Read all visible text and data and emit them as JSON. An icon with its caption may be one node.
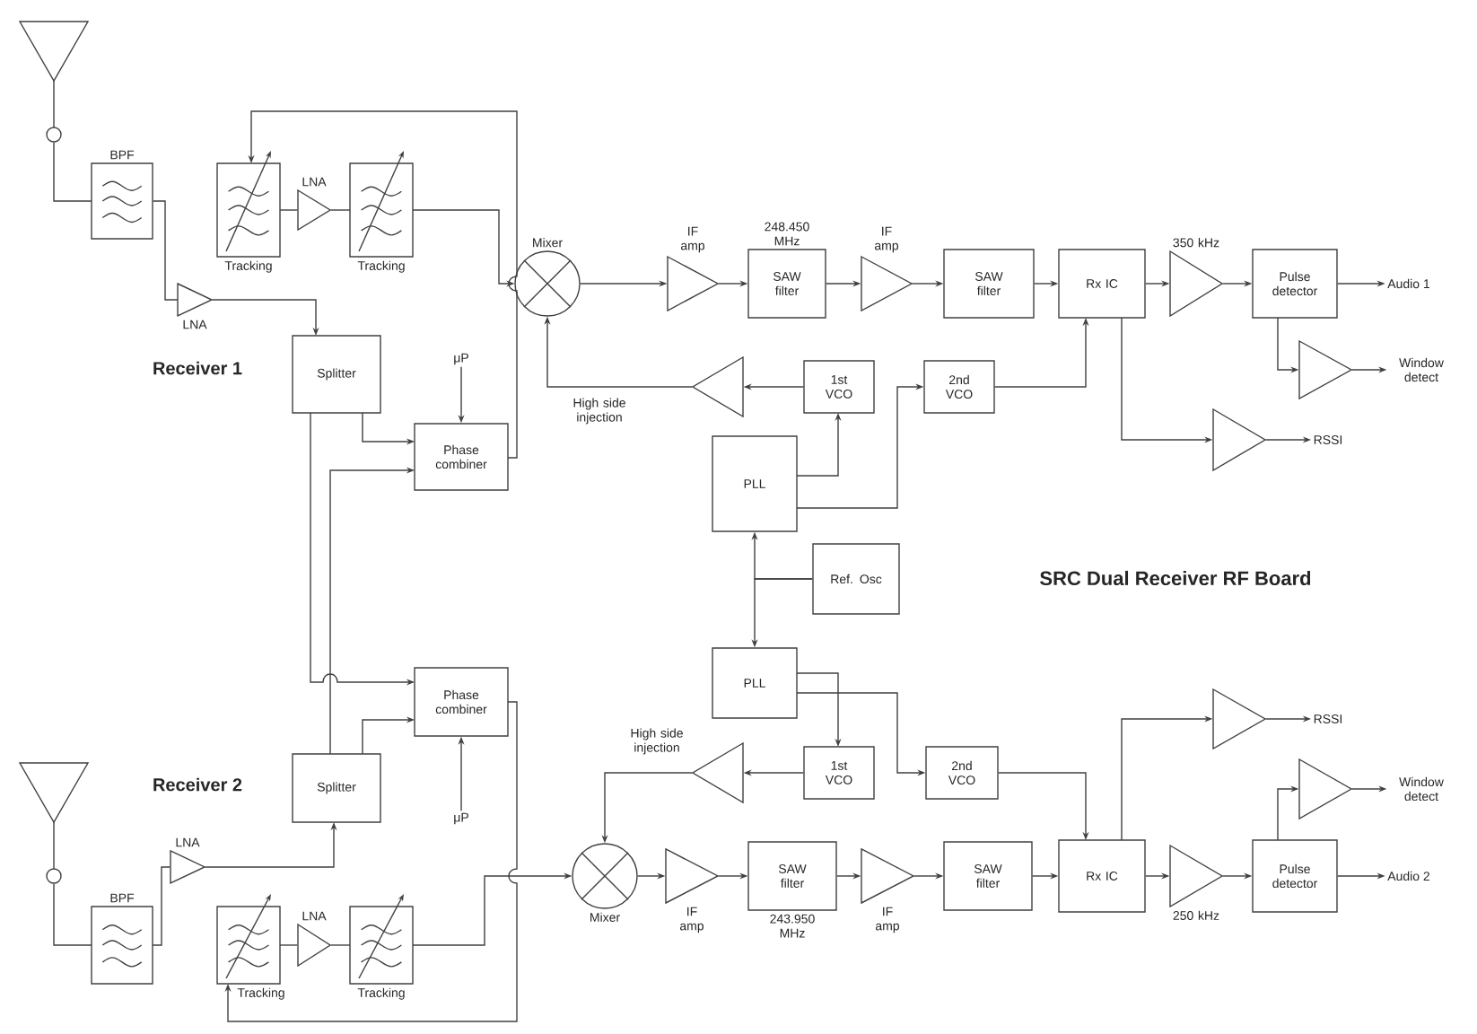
{
  "diagram": {
    "title": "SRC Dual Receiver RF Board",
    "nodes": [
      {
        "text": [],
        "shape": "antenna"
      },
      {
        "text": [
          "BPF"
        ]
      },
      {
        "text": [
          "LNA"
        ]
      },
      {
        "text": [
          "Tracking"
        ]
      },
      {
        "text": [
          "LNA"
        ]
      },
      {
        "text": [
          "Tracking"
        ]
      },
      {
        "text": [
          "Splitter"
        ]
      },
      {
        "text": [
          "μP"
        ]
      },
      {
        "text": [
          "Phase combiner"
        ]
      },
      {
        "text": [
          "Mixer"
        ]
      },
      {
        "text": [
          "IF amp"
        ]
      },
      {
        "text": [
          "SAW filter"
        ],
        "beside": [
          "248.450 MHz"
        ]
      },
      {
        "text": [
          "IF amp"
        ]
      },
      {
        "text": [
          "SAW filter"
        ]
      },
      {
        "text": [
          "Rx IC"
        ]
      },
      {
        "text": [
          "350 kHz"
        ]
      },
      {
        "text": [
          "Pulse detector"
        ]
      },
      {
        "text": [
          "Audio 1"
        ]
      },
      {
        "text": [],
        "shape": "triangle"
      },
      {
        "text": [
          "Window detect"
        ]
      },
      {
        "text": [],
        "shape": "triangle"
      },
      {
        "text": [
          "RSSI"
        ]
      },
      {
        "text": [],
        "shape": "triangle"
      },
      {
        "text": [
          "1st VCO"
        ]
      },
      {
        "text": [
          "2nd VCO"
        ]
      },
      {
        "text": [
          "PLL"
        ]
      },
      {
        "text": [
          "Ref. Osc"
        ]
      },
      {
        "text": [
          "PLL"
        ]
      },
      {
        "text": [],
        "shape": "triangle"
      },
      {
        "text": [
          "1st VCO"
        ]
      },
      {
        "text": [
          "2nd VCO"
        ]
      },
      {
        "text": [],
        "shape": "triangle"
      },
      {
        "text": [
          "RSSI"
        ]
      },
      {
        "text": [],
        "shape": "triangle"
      },
      {
        "text": [
          "Window detect"
        ]
      },
      {
        "text": [],
        "shape": "antenna"
      },
      {
        "text": [
          "Phase combiner"
        ]
      },
      {
        "text": [
          "Splitter"
        ]
      },
      {
        "text": [
          "μP"
        ]
      },
      {
        "text": [
          "LNA"
        ]
      },
      {
        "text": [
          "BPF"
        ]
      },
      {
        "text": [
          "Mixer"
        ]
      },
      {
        "text": [
          "IF amp"
        ]
      },
      {
        "text": [
          "SAW filter"
        ],
        "beside": [
          "243.950 MHz"
        ]
      },
      {
        "text": [
          "IF amp"
        ]
      },
      {
        "text": [
          "SAW filter"
        ]
      },
      {
        "text": [
          "Rx IC"
        ]
      },
      {
        "text": [
          "250 kHz"
        ]
      },
      {
        "text": [
          "Pulse detector"
        ]
      },
      {
        "text": [
          "Audio 2"
        ]
      },
      {
        "text": [
          "Tracking"
        ]
      },
      {
        "text": [
          "LNA"
        ]
      },
      {
        "text": [
          "Tracking"
        ]
      }
    ],
    "edges": [
      {
        "from": 0,
        "to": 1,
        "arrow": "none"
      },
      {
        "from": 1,
        "to": 2,
        "arrow": "none"
      },
      {
        "from": 2,
        "to": 6,
        "arrow": "to"
      },
      {
        "from": 3,
        "to": 4,
        "arrow": "none"
      },
      {
        "from": 4,
        "to": 5,
        "arrow": "none"
      },
      {
        "from": 5,
        "to": 9,
        "arrow": "to"
      },
      {
        "from": 8,
        "to": 3,
        "arrow": "to"
      },
      {
        "from": 6,
        "to": 8,
        "arrow": "to"
      },
      {
        "from": 7,
        "to": 8,
        "arrow": "to"
      },
      {
        "from": 6,
        "to": 36,
        "arrow": "to"
      },
      {
        "from": 37,
        "to": 8,
        "arrow": "to"
      },
      {
        "from": 37,
        "to": 36,
        "arrow": "to"
      },
      {
        "from": 38,
        "to": 36,
        "arrow": "to"
      },
      {
        "from": 39,
        "to": 37,
        "arrow": "to"
      },
      {
        "from": 35,
        "to": 40,
        "arrow": "none"
      },
      {
        "from": 40,
        "to": 39,
        "arrow": "none"
      },
      {
        "from": 50,
        "to": 51,
        "arrow": "none"
      },
      {
        "from": 51,
        "to": 52,
        "arrow": "none"
      },
      {
        "from": 52,
        "to": 41,
        "arrow": "to"
      },
      {
        "from": 36,
        "to": 50,
        "arrow": "to"
      },
      {
        "from": 9,
        "to": 10,
        "arrow": "to"
      },
      {
        "from": 10,
        "to": 11,
        "arrow": "to"
      },
      {
        "from": 11,
        "to": 12,
        "arrow": "to"
      },
      {
        "from": 12,
        "to": 13,
        "arrow": "to"
      },
      {
        "from": 13,
        "to": 14,
        "arrow": "to"
      },
      {
        "from": 14,
        "to": 15,
        "arrow": "to"
      },
      {
        "from": 15,
        "to": 16,
        "arrow": "to"
      },
      {
        "from": 16,
        "to": 17,
        "arrow": "to"
      },
      {
        "from": 16,
        "to": 18,
        "arrow": "to"
      },
      {
        "from": 18,
        "to": 19,
        "arrow": "to"
      },
      {
        "from": 14,
        "to": 20,
        "arrow": "to"
      },
      {
        "from": 20,
        "to": 21,
        "arrow": "to"
      },
      {
        "from": 23,
        "to": 22,
        "arrow": "to"
      },
      {
        "from": 22,
        "to": 9,
        "arrow": "to"
      },
      {
        "from": 25,
        "to": 23,
        "arrow": "to"
      },
      {
        "from": 25,
        "to": 24,
        "arrow": "to"
      },
      {
        "from": 24,
        "to": 14,
        "arrow": "to"
      },
      {
        "from": 26,
        "to": 25,
        "arrow": "to"
      },
      {
        "from": 26,
        "to": 27,
        "arrow": "to"
      },
      {
        "from": 27,
        "to": 29,
        "arrow": "to"
      },
      {
        "from": 27,
        "to": 30,
        "arrow": "to"
      },
      {
        "from": 30,
        "to": 46,
        "arrow": "to"
      },
      {
        "from": 29,
        "to": 28,
        "arrow": "to"
      },
      {
        "from": 28,
        "to": 41,
        "arrow": "to"
      },
      {
        "from": 41,
        "to": 42,
        "arrow": "to"
      },
      {
        "from": 42,
        "to": 43,
        "arrow": "to"
      },
      {
        "from": 43,
        "to": 44,
        "arrow": "to"
      },
      {
        "from": 44,
        "to": 45,
        "arrow": "to"
      },
      {
        "from": 45,
        "to": 46,
        "arrow": "to"
      },
      {
        "from": 46,
        "to": 47,
        "arrow": "to"
      },
      {
        "from": 47,
        "to": 48,
        "arrow": "to"
      },
      {
        "from": 48,
        "to": 49,
        "arrow": "to"
      },
      {
        "from": 46,
        "to": 31,
        "arrow": "to"
      },
      {
        "from": 31,
        "to": 32,
        "arrow": "to"
      },
      {
        "from": 48,
        "to": 33,
        "arrow": "to"
      },
      {
        "from": 33,
        "to": 34,
        "arrow": "to"
      }
    ],
    "labels": [
      "Receiver 1",
      "High side injection",
      "High side injection",
      "Receiver 2"
    ]
  }
}
